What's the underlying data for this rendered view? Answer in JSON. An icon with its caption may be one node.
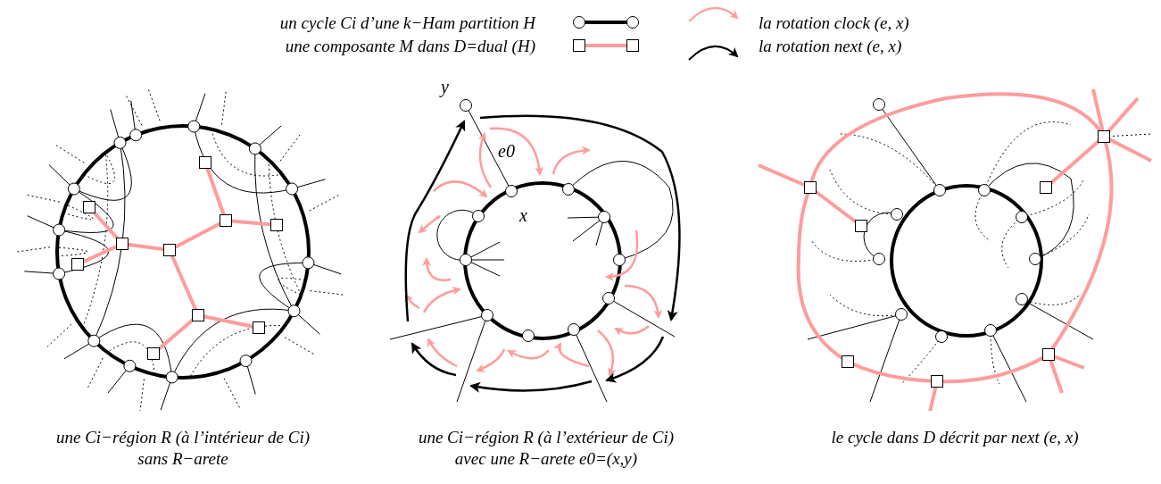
{
  "diagram": {
    "nodes": [
      {
        "text": [],
        "shape": "picture",
        "beside": [
          "une Ci−région R (à l’intérieur de Ci) sans R−arete"
        ]
      },
      {
        "text": [],
        "shape": "picture",
        "beside": [
          "une Ci−région R (à l’extérieur de Ci) avec une R−arete e0=(x,y)"
        ]
      },
      {
        "text": [],
        "shape": "picture",
        "beside": [
          "le cycle dans D décrit par next (e, x)"
        ]
      }
    ],
    "edges": [],
    "labels": [
      "y",
      "e0",
      "x"
    ],
    "legend": [
      {
        "text": "un cycle Ci d’une k−Ham partition H"
      },
      {
        "text": "une composante M dans D=dual (H)"
      },
      {
        "text": "la rotation clock (e, x)"
      },
      {
        "text": "la rotation next (e, x)"
      }
    ]
  }
}
